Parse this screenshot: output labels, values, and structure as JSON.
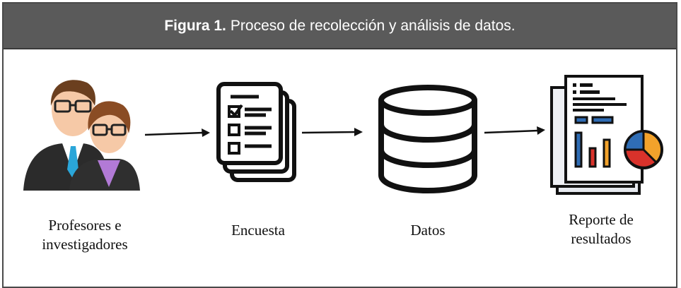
{
  "figure": {
    "label": "Figura 1.",
    "title": "Proceso de recolección y análisis de datos."
  },
  "nodes": [
    {
      "label_line1": "Profesores e",
      "label_line2": "investigadores",
      "icon": "people-icon"
    },
    {
      "label_line1": "Encuesta",
      "label_line2": "",
      "icon": "survey-document-icon"
    },
    {
      "label_line1": "Datos",
      "label_line2": "",
      "icon": "database-icon"
    },
    {
      "label_line1": "Reporte de",
      "label_line2": "resultados",
      "icon": "report-chart-icon"
    }
  ],
  "colors": {
    "header_bg": "#5a5a5a",
    "report_blue": "#2f6db5",
    "report_orange": "#f2a22b",
    "report_red": "#d9322b",
    "tie_blue": "#2aa6d9",
    "shirt_purple": "#b27ad6"
  }
}
